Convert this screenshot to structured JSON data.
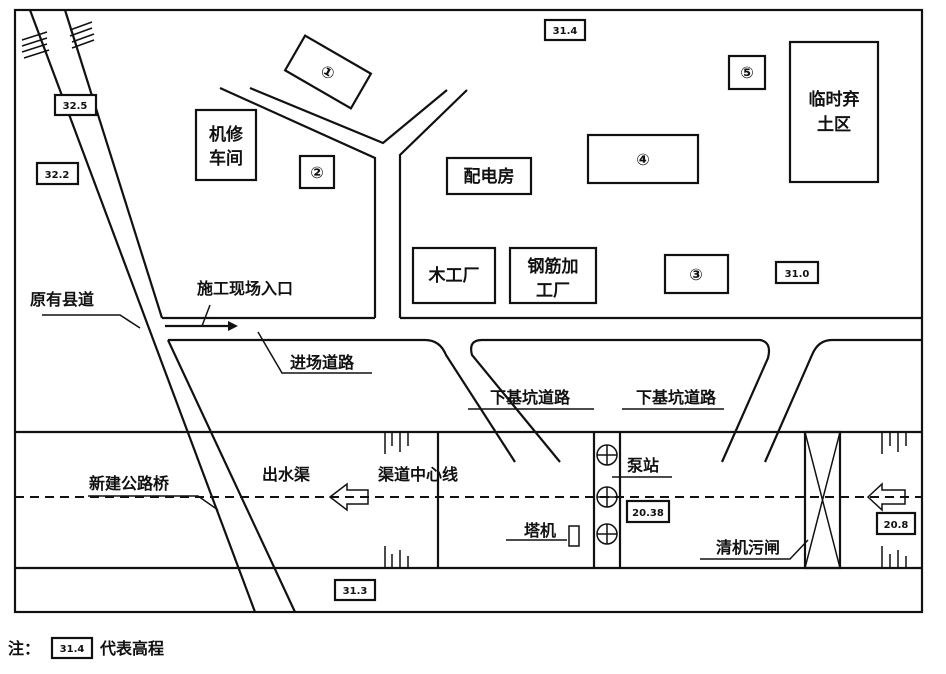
{
  "facilities": {
    "site1": "①",
    "site2": "②",
    "site3": "③",
    "site4": "④",
    "site5": "⑤",
    "repair_shop_line1": "机修",
    "repair_shop_line2": "车间",
    "power_room": "配电房",
    "spoil_area_line1": "临时弃",
    "spoil_area_line2": "土区",
    "carpentry": "木工厂",
    "rebar_line1": "钢筋加",
    "rebar_line2": "工厂",
    "tower_crane": "塔机",
    "pump_station": "泵站",
    "cleaning_gate": "清机污闸"
  },
  "roads": {
    "old_county_road": "原有县道",
    "site_entrance": "施工现场入口",
    "access_road": "进场道路",
    "pit_road_left": "下基坑道路",
    "pit_road_right": "下基坑道路",
    "new_bridge": "新建公路桥"
  },
  "canal": {
    "outlet": "出水渠",
    "centerline": "渠道中心线"
  },
  "elevations": {
    "e1": "31.4",
    "e2": "32.5",
    "e3": "32.2",
    "e4": "31.0",
    "e5": "31.3",
    "e6": "20.38",
    "e7": "20.8"
  },
  "note": {
    "prefix": "注：",
    "sample": "31.4",
    "text": "代表高程"
  }
}
